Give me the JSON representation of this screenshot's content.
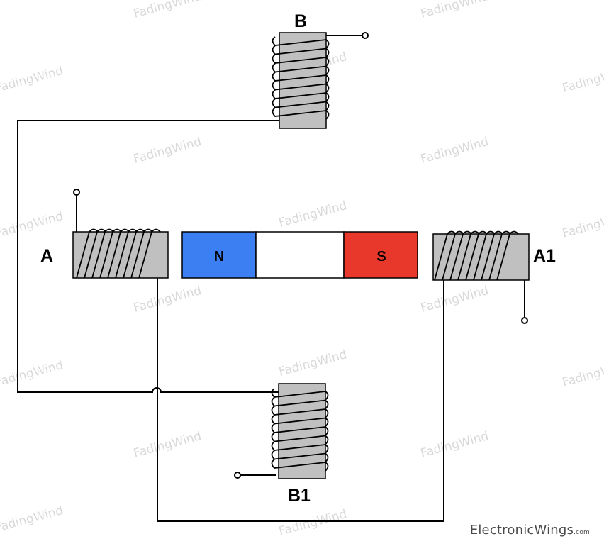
{
  "labels": {
    "coil_a": "A",
    "coil_a1": "A1",
    "coil_b": "B",
    "coil_b1": "B1"
  },
  "magnet": {
    "north": "N",
    "south": "S",
    "north_color": "#3b7ff2",
    "south_color": "#e8372b"
  },
  "colors": {
    "coil_core": "#c0c0c0",
    "wire": "#000000"
  },
  "watermark": "FadingWind",
  "brand": {
    "main": "ElectronicWings",
    "suffix": ".com"
  }
}
